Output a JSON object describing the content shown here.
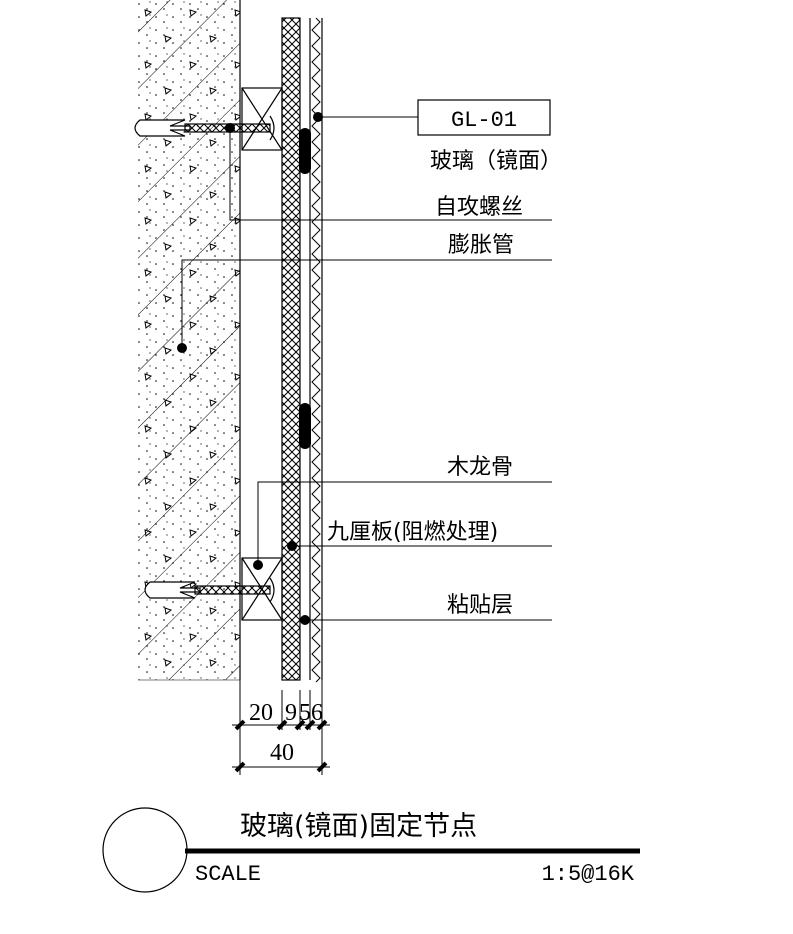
{
  "labels": {
    "code": "GL-01",
    "glass": "玻璃（镜面）",
    "screw": "自攻螺丝",
    "anchor": "膨胀管",
    "keel": "木龙骨",
    "plywood": "九厘板(阻燃处理)",
    "adhesive": "粘贴层"
  },
  "dimensions": {
    "d1": "20",
    "d2": "9",
    "d3": "5",
    "d4": "6",
    "total": "40"
  },
  "title": {
    "name": "玻璃(镜面)固定节点",
    "scale_label": "SCALE",
    "scale_value": "1:5@16K"
  }
}
